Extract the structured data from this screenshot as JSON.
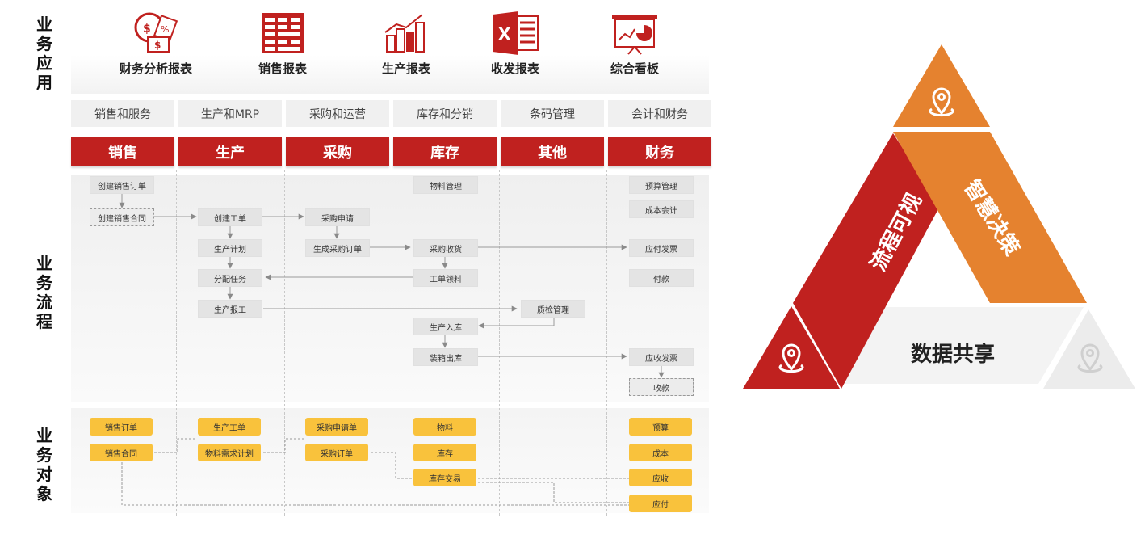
{
  "side_labels": {
    "apps": "业务应用",
    "flow": "业务流程",
    "objects": "业务对象"
  },
  "reports": [
    {
      "label": "财务分析报表",
      "icon": "finance-report-icon"
    },
    {
      "label": "销售报表",
      "icon": "spreadsheet-icon"
    },
    {
      "label": "生产报表",
      "icon": "bar-chart-icon"
    },
    {
      "label": "收发报表",
      "icon": "excel-icon"
    },
    {
      "label": "综合看板",
      "icon": "presentation-board-icon"
    }
  ],
  "modules": [
    "销售和服务",
    "生产和MRP",
    "采购和运营",
    "库存和分销",
    "条码管理",
    "会计和财务"
  ],
  "columns": [
    "销售",
    "生产",
    "采购",
    "库存",
    "其他",
    "财务"
  ],
  "flow": {
    "create_sales_order": "创建销售订单",
    "create_sales_contract": "创建销售合同",
    "create_work_order": "创建工单",
    "production_plan": "生产计划",
    "assign_task": "分配任务",
    "production_report": "生产报工",
    "purchase_request": "采购申请",
    "generate_po": "生成采购订单",
    "material_mgmt": "物料管理",
    "purchase_receipt": "采购收货",
    "work_order_picking": "工单领料",
    "production_inbound": "生产入库",
    "packing_outbound": "装箱出库",
    "quality_mgmt": "质检管理",
    "budget_mgmt": "预算管理",
    "cost_accounting": "成本会计",
    "payable_invoice": "应付发票",
    "payment": "付款",
    "receivable_invoice": "应收发票",
    "collection": "收款"
  },
  "objects": {
    "sales_order": "销售订单",
    "sales_contract": "销售合同",
    "work_order": "生产工单",
    "material_requirement_plan": "物料需求计划",
    "purchase_request_doc": "采购申请单",
    "purchase_order": "采购订单",
    "material": "物料",
    "inventory": "库存",
    "inventory_transaction": "库存交易",
    "budget": "预算",
    "cost": "成本",
    "receivable": "应收",
    "payable": "应付"
  },
  "triangle": {
    "left": "流程可视",
    "right": "智慧决策",
    "bottom": "数据共享"
  },
  "colors": {
    "brand_red": "#c0211f",
    "orange": "#e5822f",
    "yellow": "#f9c23c",
    "gray_light": "#f0f0f0"
  }
}
